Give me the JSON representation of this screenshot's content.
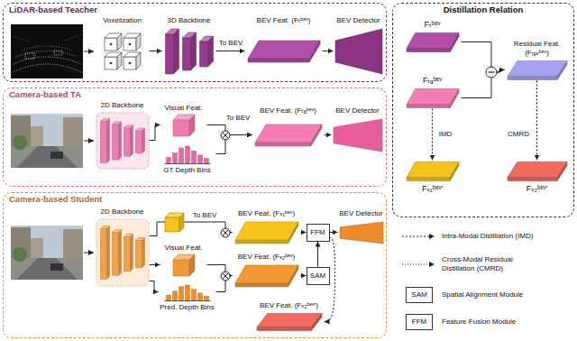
{
  "diagram": {
    "nodes": [
      {
        "text": [
          "LiDAR-based Teacher"
        ]
      },
      {
        "text": [
          "Voxelization"
        ],
        "in": 0
      },
      {
        "text": [
          "3D Backbone"
        ],
        "in": 0
      },
      {
        "text": [
          "BEV Feat. (Fₜᵇᵉᵛ)"
        ],
        "in": 0
      },
      {
        "text": [
          "BEV Detector"
        ],
        "in": 0
      },
      {
        "text": [
          "Camera-based TA"
        ]
      },
      {
        "text": [
          "2D Backbone"
        ],
        "in": 5
      },
      {
        "text": [
          "Visual Feat."
        ],
        "in": 5
      },
      {
        "text": [
          "GT Depth Bins"
        ],
        "in": 5
      },
      {
        "text": [
          "BEV Feat. (Fₜₐᵇᵉᵛ)"
        ],
        "in": 5
      },
      {
        "text": [
          "BEV Detector"
        ],
        "in": 5
      },
      {
        "text": [
          "Camera-based Student"
        ]
      },
      {
        "text": [
          "2D Backbone"
        ],
        "in": 11
      },
      {
        "text": [
          "Visual Feat."
        ],
        "in": 11
      },
      {
        "text": [
          "Pred. Depth Bins"
        ],
        "in": 11
      },
      {
        "text": [
          "BEV Feat. (Fₛ₁ᵇᵉᵛ)"
        ],
        "in": 11
      },
      {
        "text": [
          "BEV Feat. (Fₛ₂ᵇᵉᵛ)"
        ],
        "in": 11
      },
      {
        "text": [
          "FFM"
        ],
        "in": 11
      },
      {
        "text": [
          "SAM"
        ],
        "in": 11
      },
      {
        "text": [
          "BEV Detector"
        ],
        "in": 11
      },
      {
        "text": [
          "BEV Feat. (Fₛ₂ᵇᵉᵛ′)"
        ],
        "in": 11
      },
      {
        "text": [
          "Distillation Relation"
        ]
      },
      {
        "text": [
          "Fₜᵇᵉᵛ"
        ],
        "in": 21
      },
      {
        "text": [
          "Fₜₐᵇᵉᵛ"
        ],
        "in": 21
      },
      {
        "text": [
          "Residual Feat. (Fᵣₑₛᵇᵉᵛ)"
        ],
        "in": 21
      },
      {
        "text": [
          "Fₛ₁ᵇᵉᵛ′"
        ],
        "in": 21
      },
      {
        "text": [
          "Fₛ₂ᵇᵉᵛ′"
        ],
        "in": 21
      },
      {
        "text": [
          "SAM"
        ]
      },
      {
        "text": [
          "FFM"
        ]
      }
    ],
    "edges": [
      {
        "from": 1,
        "to": 2,
        "arrow": "to"
      },
      {
        "from": 2,
        "to": 3,
        "label": "To BEV",
        "arrow": "to"
      },
      {
        "from": 3,
        "to": 4,
        "arrow": "to"
      },
      {
        "from": 6,
        "to": 7,
        "arrow": "to"
      },
      {
        "from": 7,
        "to": 9,
        "label": "To BEV",
        "arrow": "to"
      },
      {
        "from": 8,
        "to": 9,
        "arrow": "to"
      },
      {
        "from": 9,
        "to": 10,
        "arrow": "to"
      },
      {
        "from": 12,
        "to": 15,
        "label": "To BEV",
        "arrow": "to"
      },
      {
        "from": 12,
        "to": 13,
        "arrow": "to"
      },
      {
        "from": 12,
        "to": 14,
        "arrow": "to"
      },
      {
        "from": 13,
        "to": 16,
        "arrow": "to"
      },
      {
        "from": 14,
        "to": 16,
        "arrow": "to"
      },
      {
        "from": 15,
        "to": 17,
        "arrow": "to"
      },
      {
        "from": 16,
        "to": 18,
        "arrow": "to"
      },
      {
        "from": 18,
        "to": 17,
        "arrow": "to"
      },
      {
        "from": 17,
        "to": 19,
        "arrow": "to"
      },
      {
        "from": 17,
        "to": 20,
        "arrow": "to"
      },
      {
        "from": 22,
        "to": 24,
        "arrow": "to"
      },
      {
        "from": 23,
        "to": 24,
        "arrow": "to"
      },
      {
        "from": 23,
        "to": 25,
        "label": "IMD",
        "arrow": "to"
      },
      {
        "from": 24,
        "to": 26,
        "label": "CMRD",
        "arrow": "to"
      }
    ],
    "legend": [
      {
        "text": "Intra-Modal Distillation (IMD)"
      },
      {
        "text": "Cross-Modal Residual Distillation (CMRD)"
      },
      {
        "text": "Spatial Alignment Module"
      },
      {
        "text": "Feature Fusion Module"
      }
    ]
  }
}
